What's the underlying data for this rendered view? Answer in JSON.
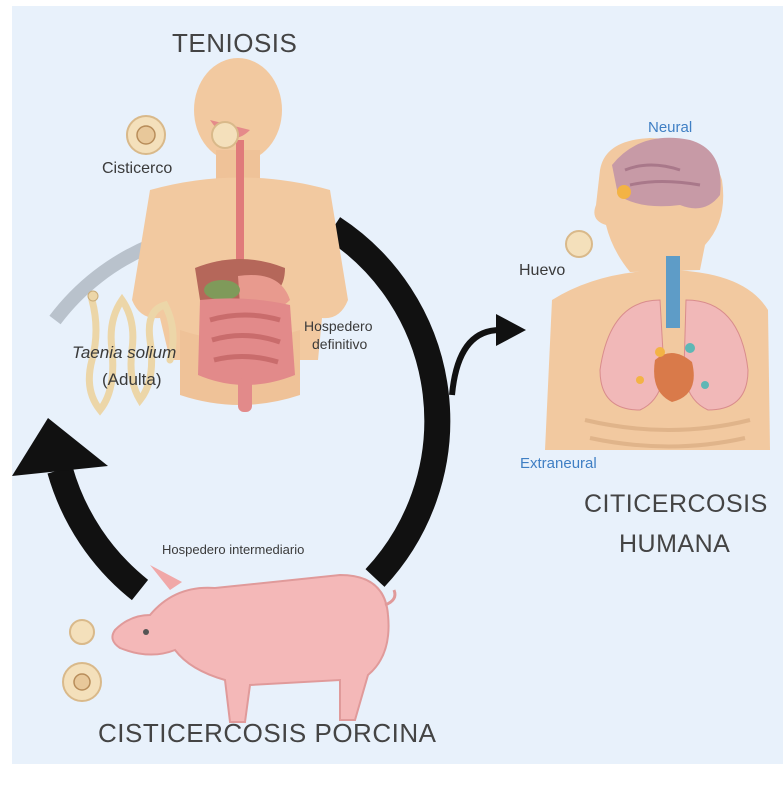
{
  "titles": {
    "teniosis": "TENIOSIS",
    "citicercosis_line1": "CITICERCOSIS",
    "citicercosis_line2": "HUMANA",
    "porcina": "CISTICERCOSIS PORCINA"
  },
  "labels": {
    "cisticerco": "Cisticerco",
    "taenia_name": "Taenia solium",
    "taenia_stage": "(Adulta)",
    "hospedero_definitivo_1": "Hospedero",
    "hospedero_definitivo_2": "definitivo",
    "hospedero_intermediario": "Hospedero intermediario",
    "huevo": "Huevo",
    "neural": "Neural",
    "extraneural": "Extraneural"
  },
  "colors": {
    "background": "#e8f1fb",
    "cycle_arrow": "#111111",
    "skin": "#f2c9a0",
    "pig": "#f4b8b8",
    "lung": "#f1b8b8",
    "accent_blue": "#3f7fc4"
  }
}
